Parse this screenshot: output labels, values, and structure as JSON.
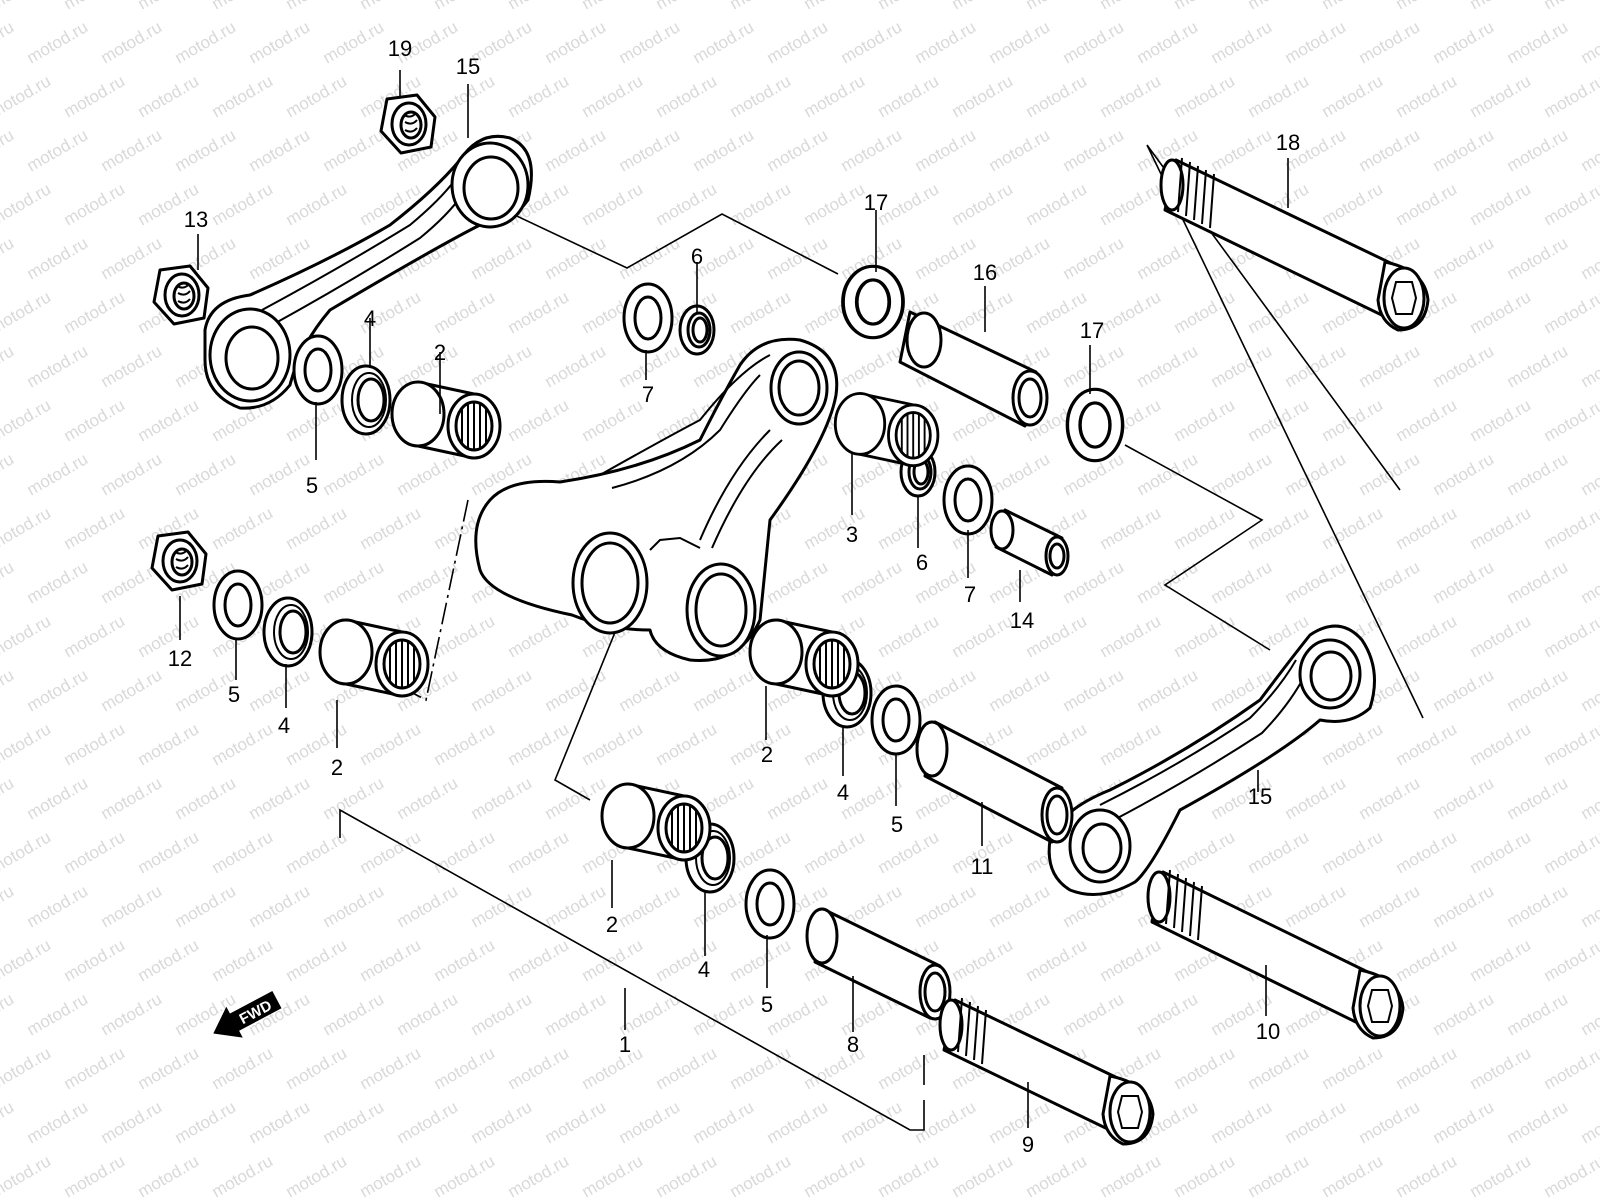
{
  "watermark": {
    "text": "motod.ru",
    "color": "#d9d9d9"
  },
  "direction_arrow": {
    "label": "FWD",
    "icon": "arrow-left-icon"
  },
  "colors": {
    "line": "#000000",
    "background": "#ffffff"
  },
  "callouts": [
    {
      "id": "c1",
      "label": "1"
    },
    {
      "id": "c2a",
      "label": "2"
    },
    {
      "id": "c2b",
      "label": "2"
    },
    {
      "id": "c2c",
      "label": "2"
    },
    {
      "id": "c2d",
      "label": "2"
    },
    {
      "id": "c3",
      "label": "3"
    },
    {
      "id": "c4a",
      "label": "4"
    },
    {
      "id": "c4b",
      "label": "4"
    },
    {
      "id": "c4c",
      "label": "4"
    },
    {
      "id": "c4d",
      "label": "4"
    },
    {
      "id": "c5a",
      "label": "5"
    },
    {
      "id": "c5b",
      "label": "5"
    },
    {
      "id": "c5c",
      "label": "5"
    },
    {
      "id": "c5d",
      "label": "5"
    },
    {
      "id": "c6a",
      "label": "6"
    },
    {
      "id": "c6b",
      "label": "6"
    },
    {
      "id": "c7a",
      "label": "7"
    },
    {
      "id": "c7b",
      "label": "7"
    },
    {
      "id": "c8",
      "label": "8"
    },
    {
      "id": "c9",
      "label": "9"
    },
    {
      "id": "c10",
      "label": "10"
    },
    {
      "id": "c11",
      "label": "11"
    },
    {
      "id": "c12",
      "label": "12"
    },
    {
      "id": "c13",
      "label": "13"
    },
    {
      "id": "c14",
      "label": "14"
    },
    {
      "id": "c15a",
      "label": "15"
    },
    {
      "id": "c15b",
      "label": "15"
    },
    {
      "id": "c16",
      "label": "16"
    },
    {
      "id": "c17a",
      "label": "17"
    },
    {
      "id": "c17b",
      "label": "17"
    },
    {
      "id": "c18",
      "label": "18"
    },
    {
      "id": "c19",
      "label": "19"
    }
  ]
}
